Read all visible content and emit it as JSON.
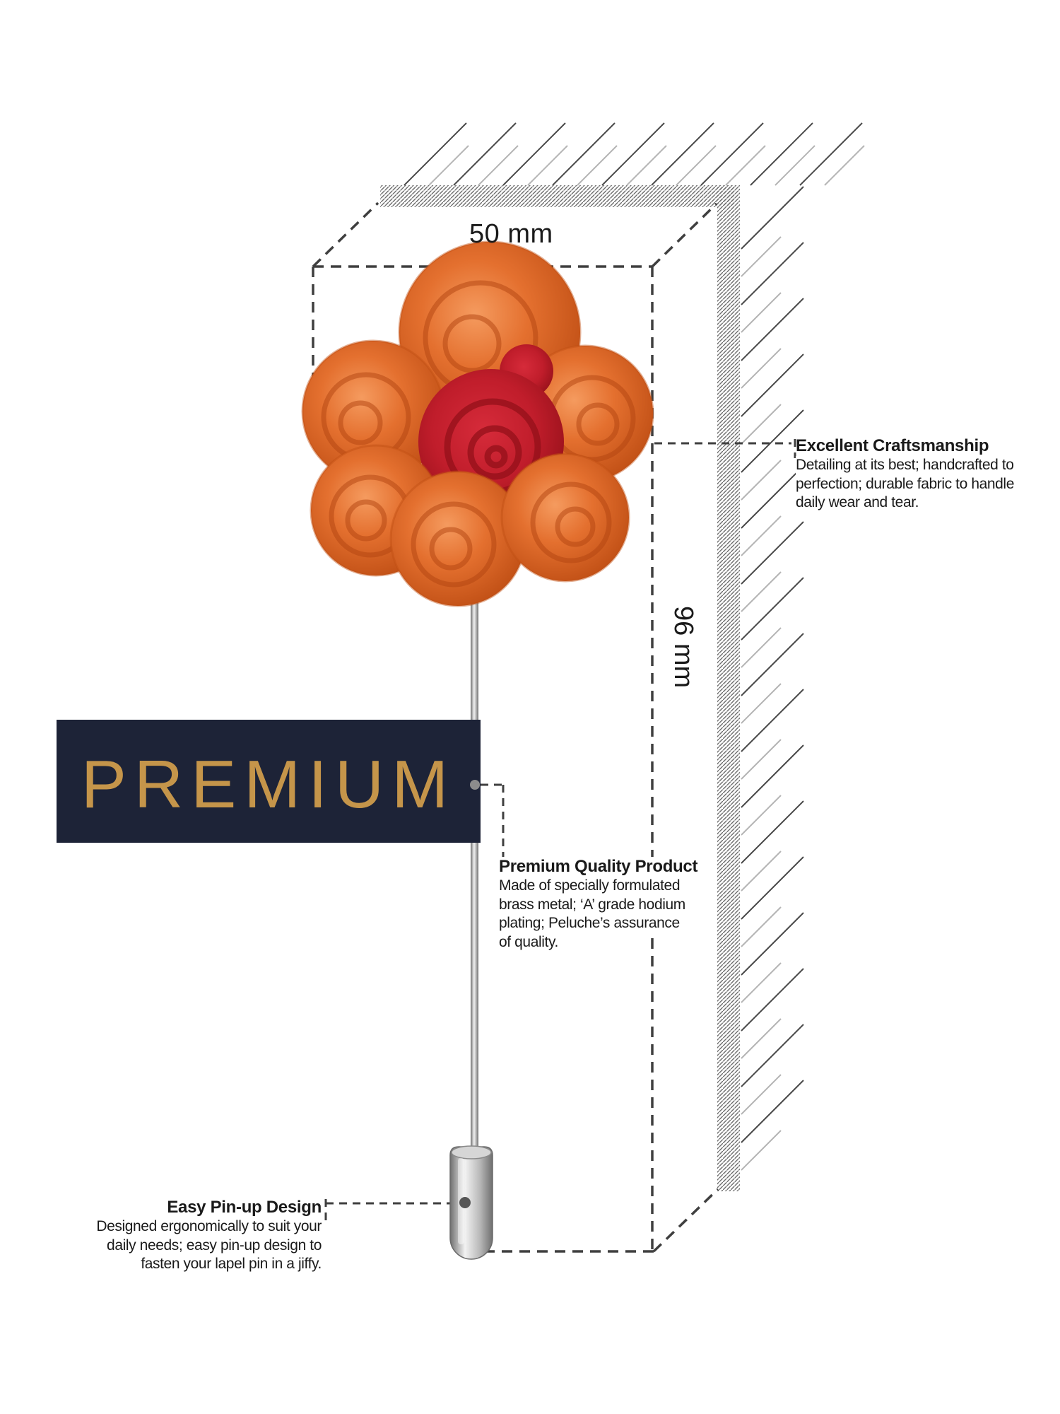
{
  "product": {
    "tag_label": "PREMIUM"
  },
  "dimensions": {
    "width_label": "50 mm",
    "height_label": "96 mm"
  },
  "callouts": {
    "craftsmanship": {
      "title": "Excellent Craftsmanship",
      "lines": [
        "Detailing at its best; handcrafted to",
        "perfection; durable fabric to handle",
        "daily wear and tear."
      ]
    },
    "quality": {
      "title": "Premium Quality Product",
      "lines": [
        "Made of specially formulated",
        "brass metal; ‘A’ grade  hodium",
        "plating; Peluche’s assurance",
        "of quality."
      ]
    },
    "pinup": {
      "title": "Easy Pin-up Design",
      "lines": [
        "Designed ergonomically to suit your",
        "daily needs; easy pin-up design to",
        "fasten your lapel pin in a jiffy."
      ]
    }
  },
  "colors": {
    "paper": "#ffffff",
    "ink": "#1a1a1a",
    "dash": "#3f3f3f",
    "hatch_dark": "#4a4a4a",
    "hatch_light": "#b5b5b5",
    "hatch_band": "#6e6e6e",
    "tag_navy": "#1d2337",
    "tag_gold": "#c5954a",
    "petal_hi": "#f59b5f",
    "petal_mid": "#e4702f",
    "petal_dark": "#c04f15",
    "petal_line": "#b24410",
    "red_hi": "#d62b3a",
    "red_mid": "#c01d2b",
    "red_dark": "#931019",
    "metal_hi": "#f2f2f2",
    "metal_mid": "#b9b9b9",
    "metal_dark": "#6f6f6f",
    "dot_gray": "#8c8c8c",
    "dot_dark": "#565656"
  }
}
